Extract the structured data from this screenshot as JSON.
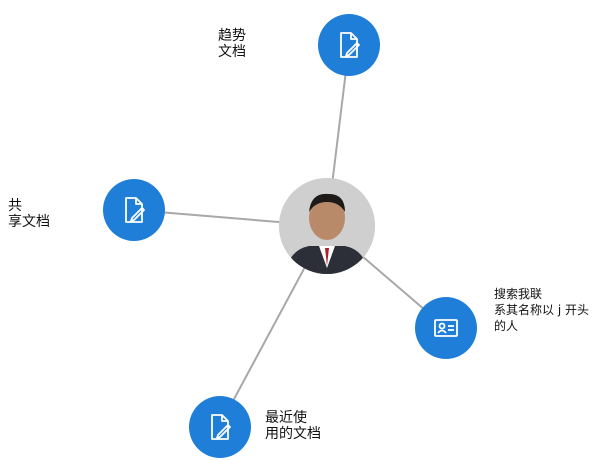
{
  "person": {
    "name": ""
  },
  "nodes": {
    "trending": {
      "label": "趋势\n文档",
      "icon": "document-edit-icon"
    },
    "shared": {
      "label": "共\n享文档",
      "icon": "document-edit-icon"
    },
    "search": {
      "label": "搜索我联\n系其名称以 j 开头的人",
      "icon": "contact-card-icon"
    },
    "recent": {
      "label": "最近使\n用的文档",
      "icon": "document-edit-icon"
    }
  },
  "colors": {
    "node": "#1f7fd8",
    "edge": "#a8a8a8"
  }
}
